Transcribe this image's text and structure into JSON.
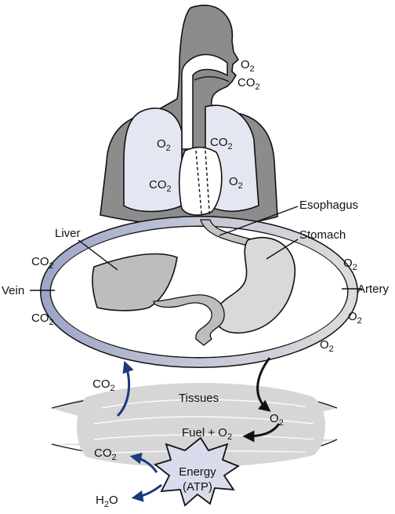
{
  "labels": {
    "head_o2": {
      "base": "O",
      "sub": "2"
    },
    "head_co2": {
      "base": "CO",
      "sub": "2"
    },
    "lung_left_o2": {
      "base": "O",
      "sub": "2"
    },
    "lung_left_co2": {
      "base": "CO",
      "sub": "2"
    },
    "lung_right_co2": {
      "base": "CO",
      "sub": "2"
    },
    "lung_right_o2": {
      "base": "O",
      "sub": "2"
    },
    "esophagus": "Esophagus",
    "liver": "Liver",
    "stomach": "Stomach",
    "vein_co2_top": {
      "base": "CO",
      "sub": "2"
    },
    "vein_co2_bottom": {
      "base": "CO",
      "sub": "2"
    },
    "vein": "Vein",
    "artery": "Artery",
    "artery_o2_1": {
      "base": "O",
      "sub": "2"
    },
    "artery_o2_2": {
      "base": "O",
      "sub": "2"
    },
    "artery_o2_3": {
      "base": "O",
      "sub": "2"
    },
    "tissues_co2": {
      "base": "CO",
      "sub": "2"
    },
    "tissues": "Tissues",
    "tissues_o2": {
      "base": "O",
      "sub": "2"
    },
    "fuel_o2": {
      "base": "Fuel + O",
      "sub": "2"
    },
    "energy_line1": "Energy",
    "energy_line2": "(ATP)",
    "out_co2": {
      "base": "CO",
      "sub": "2"
    },
    "out_h2o": {
      "base": "H",
      "sub": "2",
      "tail": "O"
    }
  },
  "colors": {
    "body": "#8c8c8c",
    "lung": "#e4e7f1",
    "circulation_vein": "#9ea6c8",
    "circulation_artery": "#d5d5d5",
    "organ": "#bdbdbd",
    "tissue": "#d6d6d6",
    "energy": "#d8dcec",
    "arrow_blue": "#1c3a7a"
  }
}
